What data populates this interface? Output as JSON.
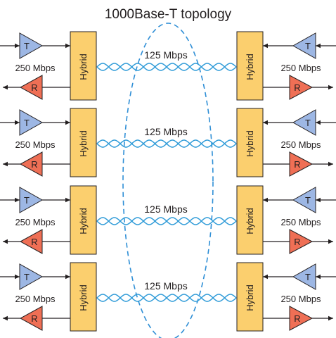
{
  "title": "1000Base-T topology",
  "hybrid_label": "Hybrid",
  "transmit_symbol": "T",
  "receive_symbol": "R",
  "colors": {
    "hybrid_fill": "#fbcf6e",
    "transmit_fill": "#9db7e4",
    "receive_fill": "#ef6f55",
    "pair_wire": "#2f9bd8",
    "ellipse_dash": "#2f8fd6",
    "line": "#231f20"
  },
  "pairs": [
    {
      "left_rate": "250 Mbps",
      "center_rate": "125 Mbps",
      "right_rate": "250 Mbps"
    },
    {
      "left_rate": "250 Mbps",
      "center_rate": "125 Mbps",
      "right_rate": "250 Mbps"
    },
    {
      "left_rate": "250 Mbps",
      "center_rate": "125 Mbps",
      "right_rate": "250 Mbps"
    },
    {
      "left_rate": "250 Mbps",
      "center_rate": "125 Mbps",
      "right_rate": "250 Mbps"
    }
  ]
}
